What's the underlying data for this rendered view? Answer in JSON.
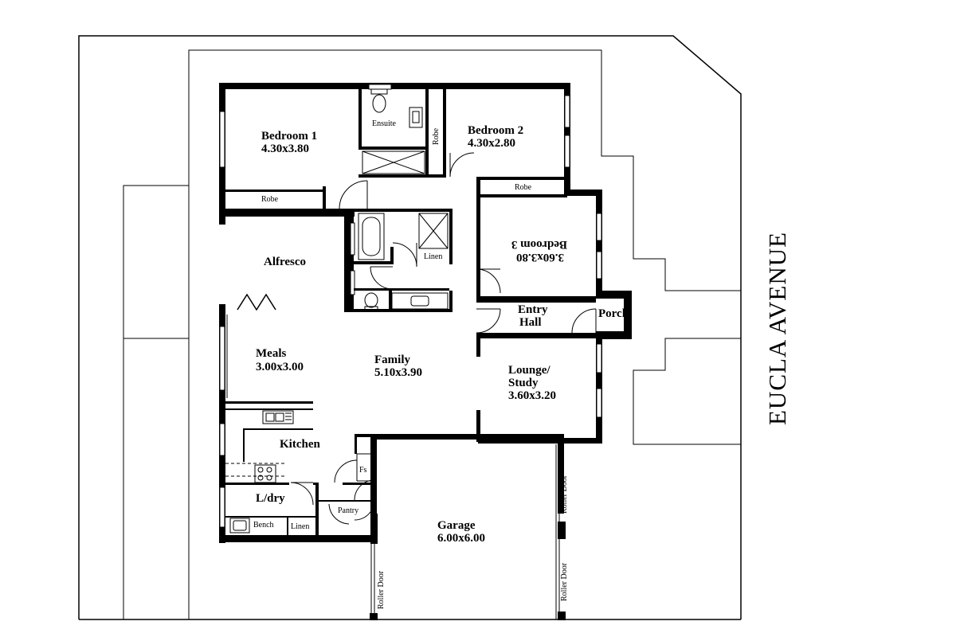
{
  "street": "EUCLA AVENUE",
  "rooms": {
    "bedroom1": {
      "name": "Bedroom 1",
      "size": "4.30x3.80"
    },
    "bedroom2": {
      "name": "Bedroom 2",
      "size": "4.30x2.80"
    },
    "bedroom3": {
      "name": "Bedroom 3",
      "size": "3.60x3.80"
    },
    "alfresco": {
      "name": "Alfresco"
    },
    "entry_hall": {
      "line1": "Entry",
      "line2": "Hall"
    },
    "porch": {
      "name": "Porch"
    },
    "meals": {
      "name": "Meals",
      "size": "3.00x3.00"
    },
    "family": {
      "name": "Family",
      "size": "5.10x3.90"
    },
    "lounge": {
      "line1": "Lounge/",
      "line2": "Study",
      "size": "3.60x3.20"
    },
    "kitchen": {
      "name": "Kitchen"
    },
    "ldry": {
      "name": "L/dry"
    },
    "garage": {
      "name": "Garage",
      "size": "6.00x6.00"
    }
  },
  "labels": {
    "ensuite": "Ensuite",
    "robe_bed1": "Robe",
    "robe_bed2": "Robe",
    "robe_bed3": "Robe",
    "linen_bath": "Linen",
    "linen_ldry": "Linen",
    "bench": "Bench",
    "pantry": "Pantry",
    "fs": "Fs",
    "roller_door_left": "Roller Door",
    "roller_door_right_top": "Roller Door",
    "roller_door_right_bottom": "Roller Door"
  },
  "colors": {
    "wall": "#000000",
    "line": "#000000",
    "background": "#ffffff"
  }
}
